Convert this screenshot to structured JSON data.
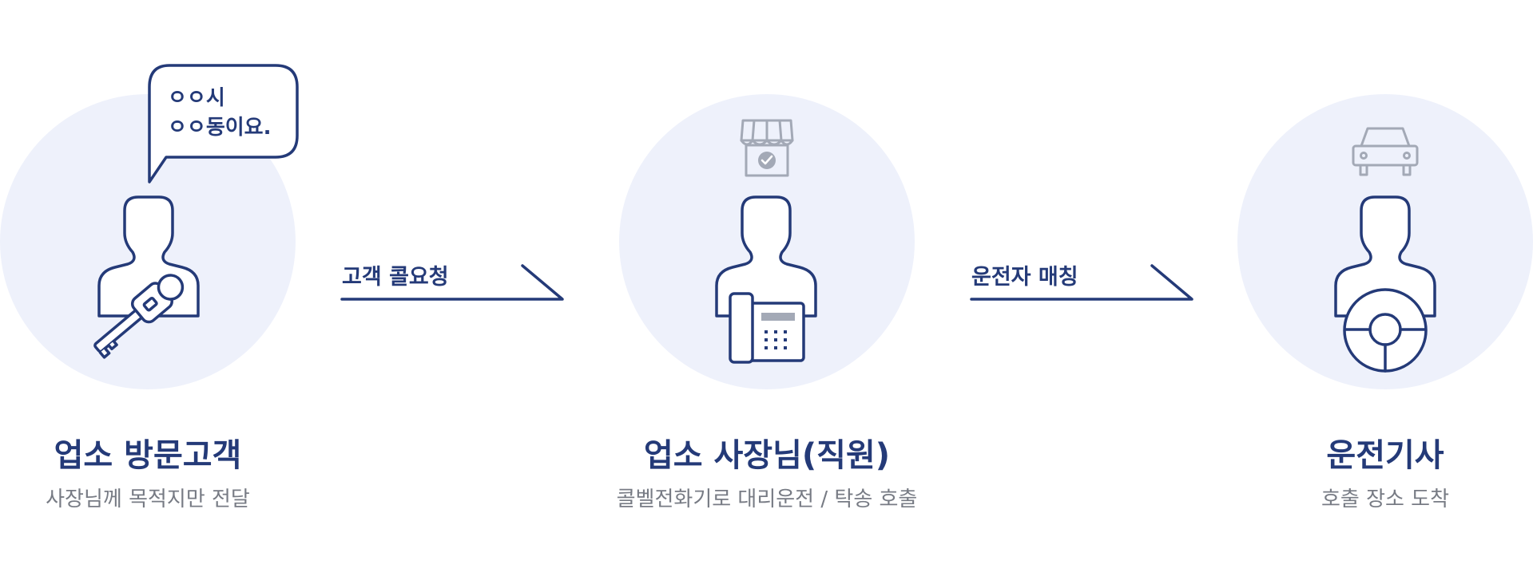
{
  "colors": {
    "navy": "#243a78",
    "circle": "#eef1fb",
    "icon_gray": "#a3a9b6",
    "desc_gray": "#777b84"
  },
  "bubble": {
    "line1": "ㅇㅇ시",
    "line2": "ㅇㅇ동이요."
  },
  "steps": [
    {
      "title": "업소 방문고객",
      "desc": "사장님께 목적지만 전달",
      "icons": [
        "speech-bubble-icon",
        "person-icon",
        "key-icon"
      ]
    },
    {
      "title": "업소 사장님(직원)",
      "desc": "콜벨전화기로 대리운전 / 탁송 호출",
      "icons": [
        "store-icon",
        "person-icon",
        "desk-phone-icon"
      ]
    },
    {
      "title": "운전기사",
      "desc": "호출 장소 도착",
      "icons": [
        "car-icon",
        "person-icon",
        "steering-wheel-icon"
      ]
    }
  ],
  "arrows": [
    {
      "label": "고객 콜요청"
    },
    {
      "label": "운전자 매칭"
    }
  ]
}
